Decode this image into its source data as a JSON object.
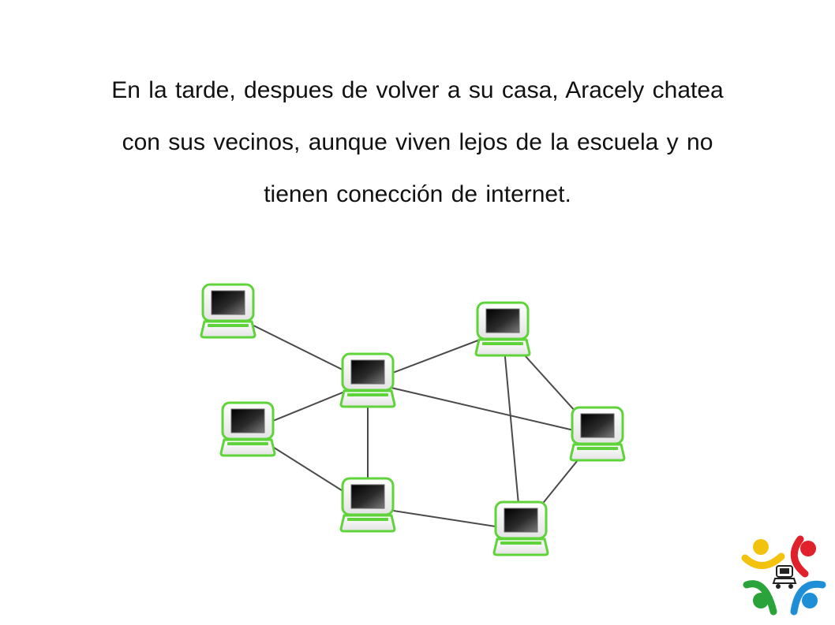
{
  "caption": {
    "lines": [
      "En la tarde, despues de volver a su casa, Aracely chatea",
      "con sus vecinos, aunque viven lejos de la escuela y no",
      "tienen conección de internet."
    ]
  },
  "network": {
    "nodes": [
      {
        "id": "n1",
        "name": "laptop-top-left"
      },
      {
        "id": "n2",
        "name": "laptop-center"
      },
      {
        "id": "n3",
        "name": "laptop-top-right"
      },
      {
        "id": "n4",
        "name": "laptop-middle-left"
      },
      {
        "id": "n5",
        "name": "laptop-lower-center"
      },
      {
        "id": "n6",
        "name": "laptop-right"
      },
      {
        "id": "n7",
        "name": "laptop-bottom-right"
      }
    ],
    "links": [
      [
        "n1",
        "n2"
      ],
      [
        "n2",
        "n3"
      ],
      [
        "n2",
        "n4"
      ],
      [
        "n2",
        "n5"
      ],
      [
        "n2",
        "n6"
      ],
      [
        "n3",
        "n6"
      ],
      [
        "n3",
        "n7"
      ],
      [
        "n4",
        "n5"
      ],
      [
        "n5",
        "n7"
      ],
      [
        "n6",
        "n7"
      ]
    ]
  },
  "colors": {
    "laptop_green": "#5fd33a",
    "laptop_frame": "#f2f2f2",
    "screen": "#1e1e1e",
    "link": "#4a4a4a",
    "logo_yellow": "#f2c20f",
    "logo_red": "#e0202a",
    "logo_green": "#2aa43a",
    "logo_blue": "#1e8fd6"
  },
  "logo": {
    "icon": "xo-people-logo-icon"
  }
}
